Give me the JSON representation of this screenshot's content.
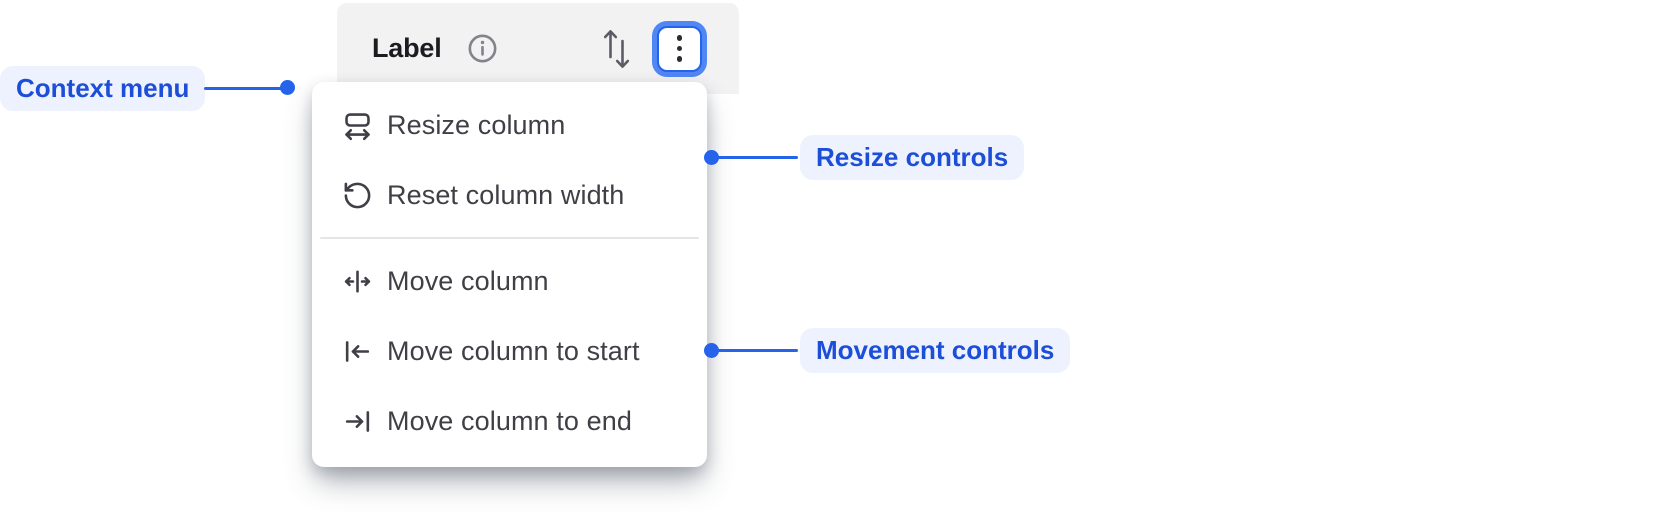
{
  "column_header": {
    "label": "Label",
    "icons": [
      "info-icon",
      "sort-arrows-icon",
      "kebab-menu-icon"
    ],
    "colors": {
      "background": "#f2f2f3",
      "label_text": "#1b1b20",
      "focus_ring": "#2563eb",
      "focus_ring_glow": "#5087f5"
    }
  },
  "context_menu": {
    "items": [
      {
        "label": "Resize column",
        "icon": "resize-column-icon",
        "group": "resize"
      },
      {
        "label": "Reset column width",
        "icon": "reset-column-width-icon",
        "group": "resize"
      },
      {
        "label": "Move column",
        "icon": "move-column-icon",
        "group": "movement"
      },
      {
        "label": "Move column to start",
        "icon": "move-column-to-start-icon",
        "group": "movement"
      },
      {
        "label": "Move column to end",
        "icon": "move-column-to-end-icon",
        "group": "movement"
      }
    ],
    "divider_after_index": 1,
    "colors": {
      "background": "#ffffff",
      "item_text": "#3f3f46",
      "divider": "#e5e5e8"
    }
  },
  "annotations": {
    "context_menu": {
      "label": "Context menu",
      "side": "left"
    },
    "resize_controls": {
      "label": "Resize controls",
      "side": "right"
    },
    "movement_controls": {
      "label": "Movement controls",
      "side": "right"
    },
    "colors": {
      "text": "#1d4ed8",
      "pill_background": "#edf2fe",
      "connector": "#2563eb"
    }
  }
}
